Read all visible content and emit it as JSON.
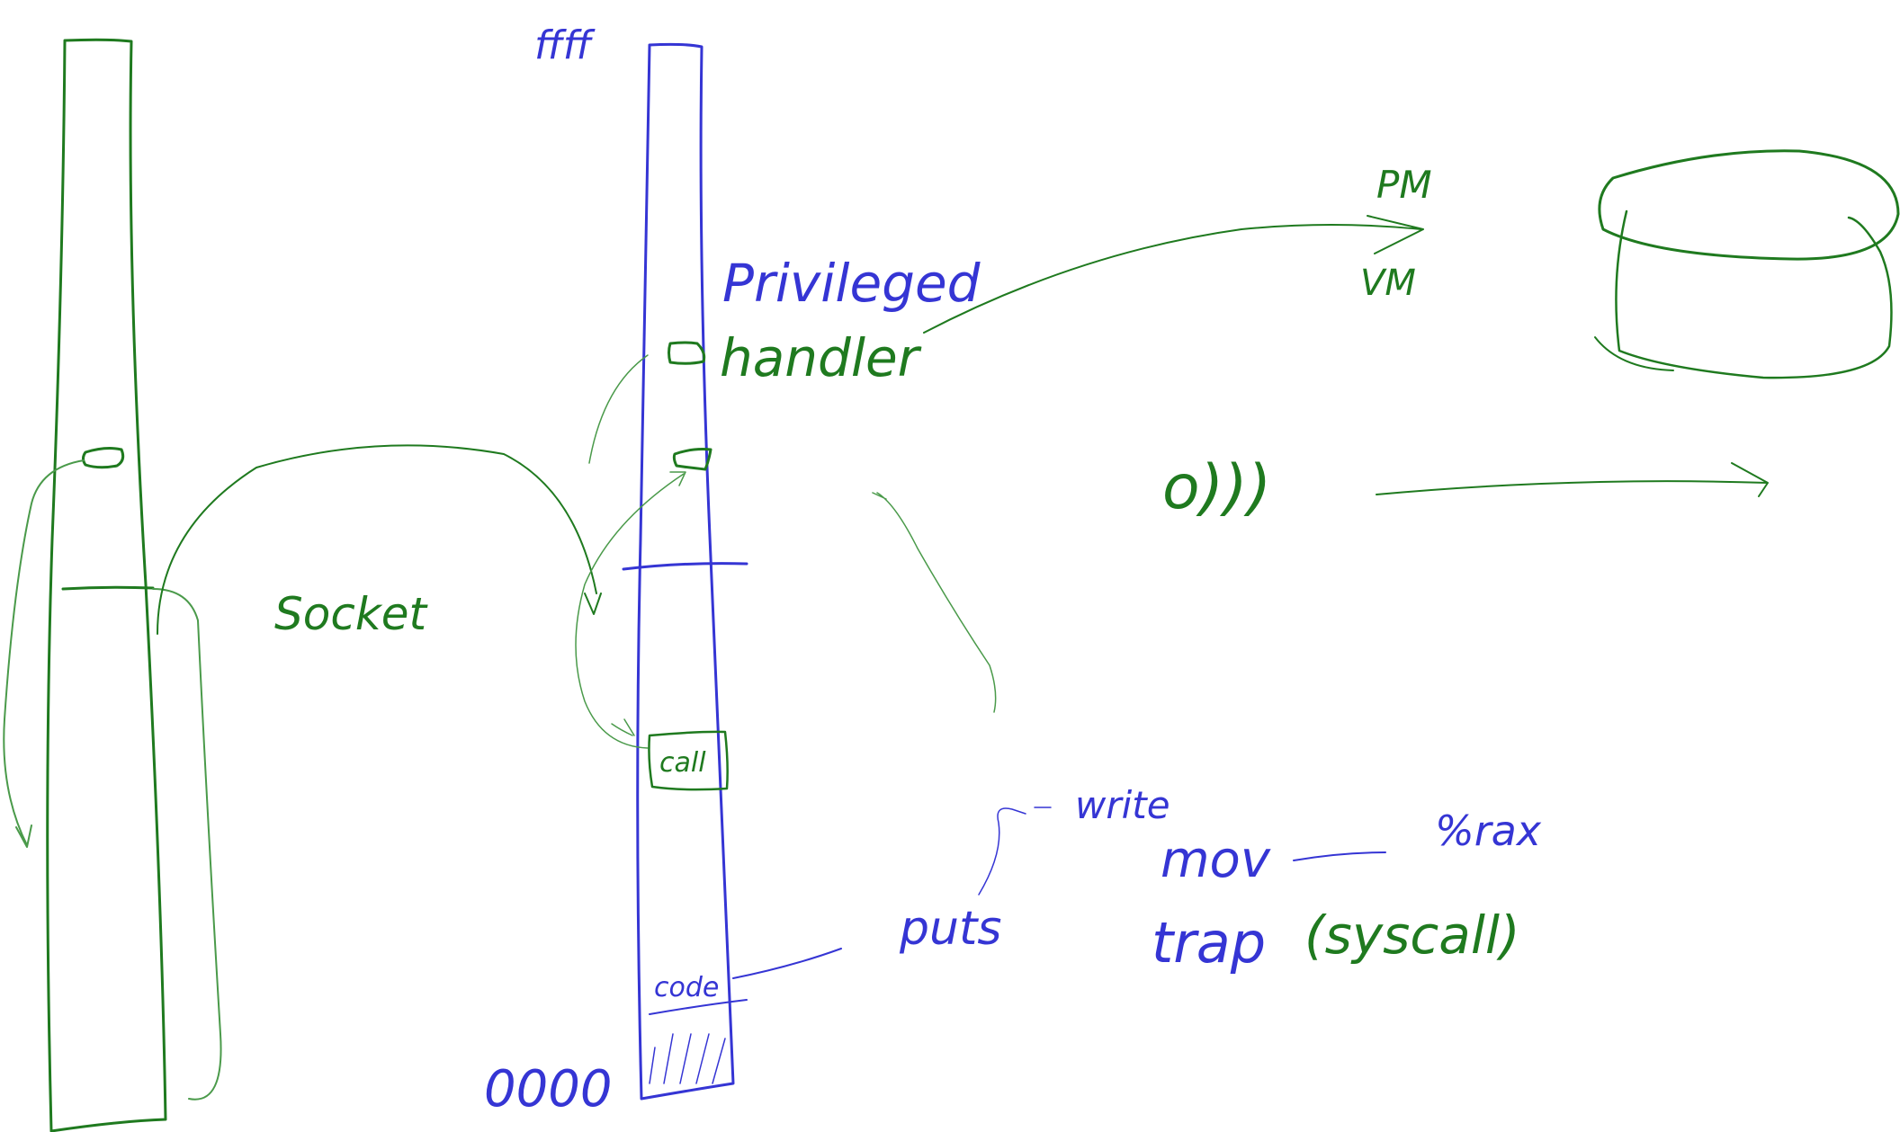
{
  "labels": {
    "top_address": "ffff",
    "bottom_address": "0000",
    "privileged": "Privileged",
    "handler": "handler",
    "socket": "Socket",
    "call": "call",
    "code": "code",
    "puts": "puts",
    "write": "write",
    "mov": "mov",
    "rax": "%rax",
    "trap": "trap",
    "syscall": "(syscall)",
    "pm": "PM",
    "vm": "VM",
    "signal": "o)))"
  },
  "colors": {
    "blue_ink": "#3535d4",
    "green_ink": "#1f7a1f"
  }
}
